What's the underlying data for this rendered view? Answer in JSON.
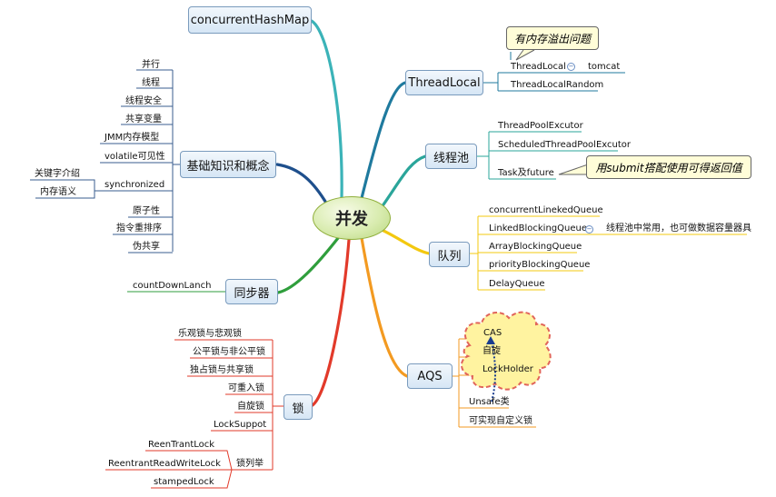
{
  "center": "并发",
  "branches": {
    "concurrentHashMap": "concurrentHashMap",
    "basics": "基础知识和概念",
    "sync": "同步器",
    "lock": "锁",
    "threadlocal": "ThreadLocal",
    "pool": "线程池",
    "queue": "队列",
    "aqs": "AQS"
  },
  "basics_items": [
    "并行",
    "线程",
    "线程安全",
    "共享变量",
    "JMM内存模型",
    "volatile可见性",
    "synchronized",
    "原子性",
    "指令重排序",
    "伪共享"
  ],
  "synchronized_items": [
    "关键字介绍",
    "内存语义"
  ],
  "sync_items": [
    "countDownLanch"
  ],
  "lock_items": [
    "乐观锁与悲观锁",
    "公平锁与非公平锁",
    "独占锁与共享锁",
    "可重入锁",
    "自旋锁",
    "LockSuppot",
    "锁列举"
  ],
  "lock_list_items": [
    "ReenTrantLock",
    "ReentrantReadWriteLock",
    "stampedLock"
  ],
  "threadlocal_items": [
    "ThreadLocal",
    "ThreadLocalRandom"
  ],
  "threadlocal_sub": "tomcat",
  "threadlocal_callout": "有内存溢出问题",
  "pool_items": [
    "ThreadPoolExcutor",
    "ScheduledThreadPoolExcutor",
    "Task及future"
  ],
  "pool_callout": "用submit搭配使用可得返回值",
  "queue_items": [
    "concurrentLinekedQueue",
    "LinkedBlockingQueue",
    "ArrayBlockingQueue",
    "priorityBlockingQueue",
    "DelayQueue"
  ],
  "queue_sub": "线程池中常用，也可做数据容量器具",
  "aqs_items": [
    "CAS",
    "自旋",
    "LockHolder",
    "Unsafe类",
    "可实现自定义锁"
  ],
  "colors": {
    "concurrentHashMap": "#3bb3b8",
    "threadlocal": "#1f7a9e",
    "pool": "#2aa59a",
    "queue": "#f3c80f",
    "aqs": "#f39a21",
    "lock": "#e23a2a",
    "sync": "#2f9e3c",
    "basics": "#1e4f8c"
  }
}
